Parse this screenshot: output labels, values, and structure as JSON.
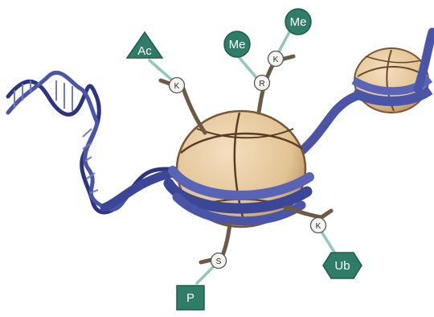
{
  "modifications": [
    {
      "id": "acetyl",
      "label": "Ac",
      "shape": "triangle",
      "residue": "K"
    },
    {
      "id": "methyl-1",
      "label": "Me",
      "shape": "circle",
      "residue": "R"
    },
    {
      "id": "methyl-2",
      "label": "Me",
      "shape": "circle",
      "residue": "K"
    },
    {
      "id": "ubiquitin",
      "label": "Ub",
      "shape": "hexagon",
      "residue": "K"
    },
    {
      "id": "phospho",
      "label": "P",
      "shape": "square",
      "residue": "S"
    }
  ],
  "colors": {
    "tag_fill": "#2f7d69",
    "tag_stroke": "#1f5c4c",
    "connector": "#8fc9b8",
    "dna": "#4a55a8",
    "dna_dark": "#2d3580",
    "histone": "#e6c9a0",
    "histone_line": "#6b4a2b",
    "tail": "#6b5a44",
    "residue_fill": "#f3f3f0"
  }
}
